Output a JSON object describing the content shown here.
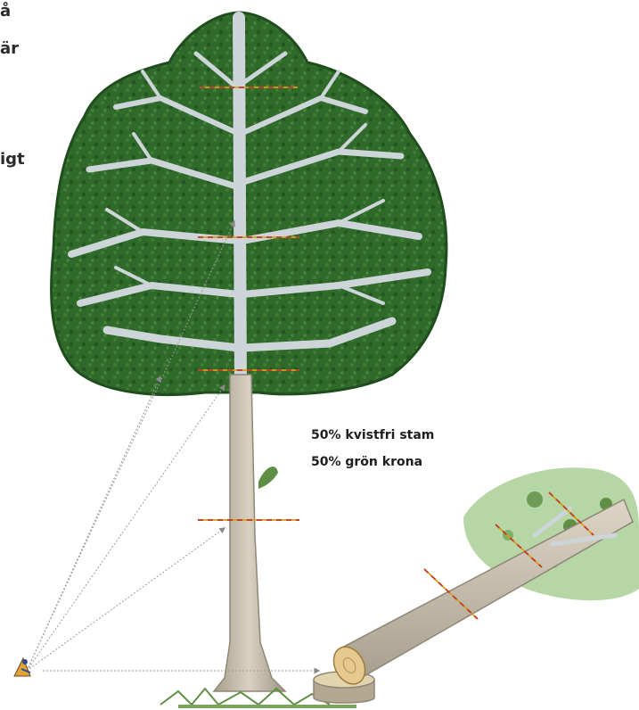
{
  "edge_text": {
    "line1": "å",
    "line2": "är",
    "line3": "igt"
  },
  "labels": {
    "branch_free_stem": "50% kvistfri stam",
    "green_crown": "50% grön krona"
  },
  "colors": {
    "crown": "#2f6a2a",
    "crown_dark": "#1f4d1d",
    "branches": "#cdd5d9",
    "trunk": "#c9c1b2",
    "measure_line_red": "#c0392b",
    "measure_line_gold": "#d4a017",
    "sight_line": "#9a9a9a",
    "grass": "#5f8f45",
    "fallen_crown": "#7fb06a"
  },
  "icons": {
    "observer": "observer-hypsometer-icon"
  }
}
